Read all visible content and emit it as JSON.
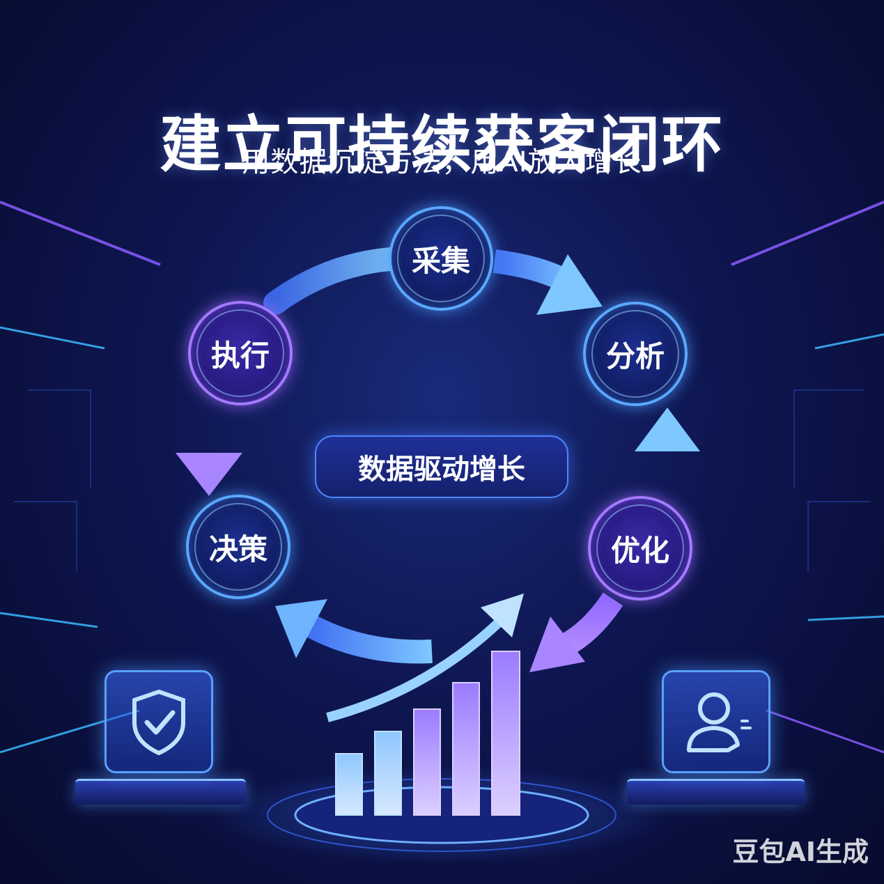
{
  "title": "建立可持续获客闭环",
  "subtitle": "用数据沉淀方法，用AI放大增长",
  "center_label": "数据驱动增长",
  "nodes": [
    {
      "id": "collect",
      "label": "采集",
      "style": "blue"
    },
    {
      "id": "analyze",
      "label": "分析",
      "style": "blue"
    },
    {
      "id": "optimize",
      "label": "优化",
      "style": "purple"
    },
    {
      "id": "decide",
      "label": "决策",
      "style": "blue"
    },
    {
      "id": "execute",
      "label": "执行",
      "style": "purple"
    }
  ],
  "icons": [
    "shield-check-icon",
    "user-profile-icon",
    "bar-chart-growth-icon"
  ],
  "chart_bars": [
    1,
    2,
    3,
    4,
    5
  ],
  "watermark": "豆包AI生成",
  "colors": {
    "background": "#0e1650",
    "node_blue": "#5aa8ff",
    "node_purple": "#a37bff",
    "arrow_blue": "#5aa8ff",
    "arrow_purple": "#9b78ff"
  }
}
